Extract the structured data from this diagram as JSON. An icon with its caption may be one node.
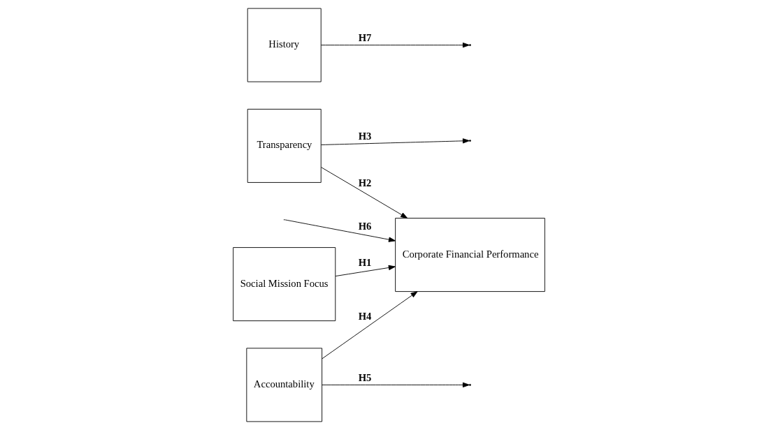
{
  "diagram": {
    "nodes": [
      {
        "text": [
          "Transparency"
        ]
      },
      {
        "text": [
          "History"
        ]
      },
      {
        "text": [
          "Social Mission Focus"
        ]
      },
      {
        "text": [
          "Corporate Financial Performance"
        ]
      },
      {
        "text": [
          "Accountability"
        ]
      }
    ],
    "edges": [
      {
        "from": 2,
        "to": 3,
        "arrow": "to",
        "label": "H1"
      },
      {
        "from": 0,
        "to": 3,
        "arrow": "to",
        "label": "H2"
      },
      {
        "from": 0,
        "to": null,
        "arrow": "to",
        "label": "H3"
      },
      {
        "from": 4,
        "to": 3,
        "arrow": "to",
        "label": "H4"
      },
      {
        "from": 4,
        "to": null,
        "arrow": "to",
        "label": "H5"
      },
      {
        "from": null,
        "to": 3,
        "arrow": "to",
        "label": "H6"
      },
      {
        "from": 1,
        "to": null,
        "arrow": "to",
        "label": "H7"
      }
    ]
  }
}
